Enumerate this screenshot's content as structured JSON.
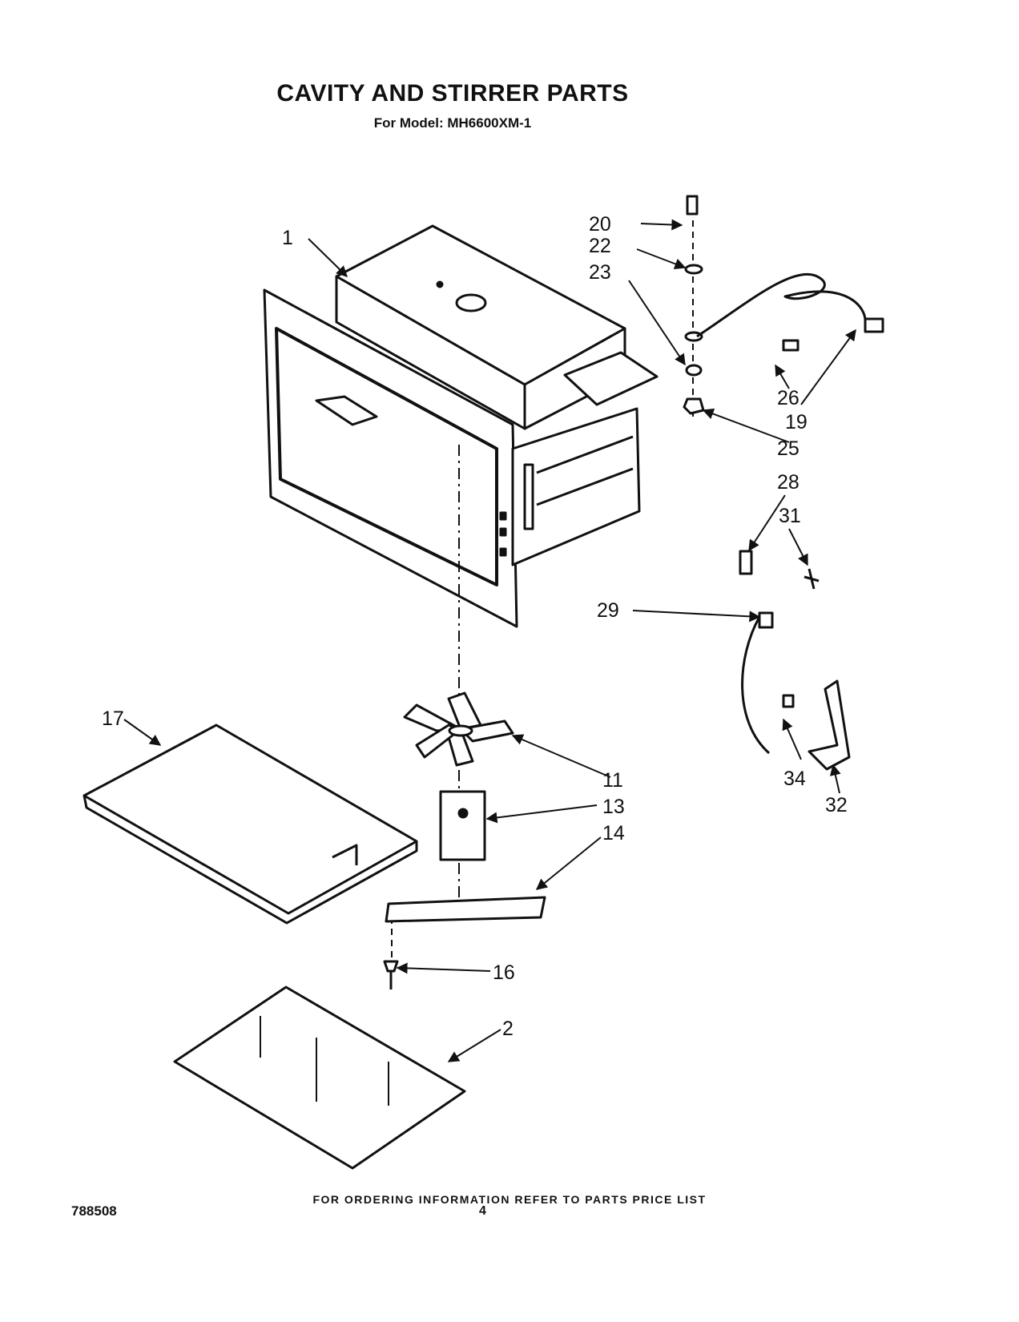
{
  "header": {
    "title": "CAVITY AND STIRRER PARTS",
    "subtitle": "For Model: MH6600XM-1"
  },
  "callouts": {
    "c1": "1",
    "c2": "2",
    "c11": "11",
    "c13": "13",
    "c14": "14",
    "c16": "16",
    "c17": "17",
    "c19": "19",
    "c20": "20",
    "c22": "22",
    "c23": "23",
    "c25": "25",
    "c26": "26",
    "c28": "28",
    "c29": "29",
    "c31": "31",
    "c32": "32",
    "c34": "34"
  },
  "footer": {
    "ordering_note": "FOR ORDERING INFORMATION REFER TO PARTS PRICE LIST",
    "doc_number": "788508",
    "page_number": "4"
  }
}
